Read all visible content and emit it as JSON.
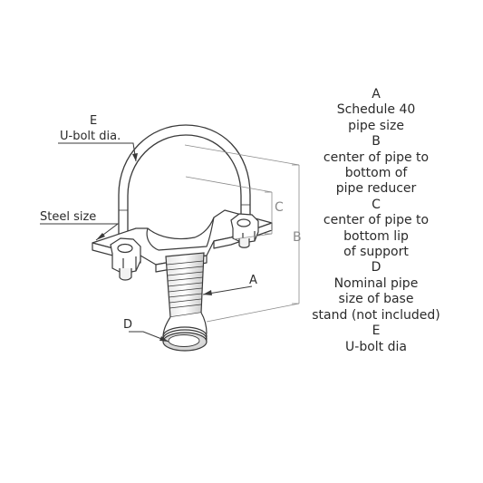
{
  "callouts": {
    "e_letter": "E",
    "e_text": "U-bolt dia.",
    "steel": "Steel size",
    "a": "A",
    "b": "B",
    "c": "C",
    "d": "D"
  },
  "legend": [
    "A",
    "Schedule 40",
    "pipe size",
    "B",
    "center of pipe to",
    "bottom of",
    "pipe reducer",
    "C",
    "center of pipe to",
    "bottom lip",
    "of support",
    "D",
    "Nominal pipe",
    "size of base",
    "stand (not included)",
    "E",
    "U-bolt dia"
  ],
  "colors": {
    "line": "#3a3a3a",
    "dim_line": "#8a8a8a",
    "text": "#2a2a2a"
  }
}
